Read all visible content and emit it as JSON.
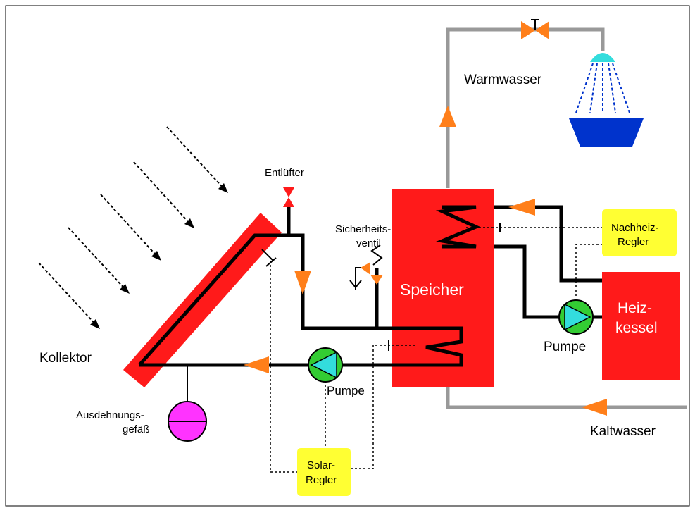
{
  "labels": {
    "kollektor": "Kollektor",
    "entluefter": "Entlüfter",
    "sicherheitsventil_1": "Sicherheits-",
    "sicherheitsventil_2": "ventil",
    "speicher": "Speicher",
    "warmwasser": "Warmwasser",
    "kaltwasser": "Kaltwasser",
    "pumpe_solar": "Pumpe",
    "pumpe_heiz": "Pumpe",
    "heizkessel_1": "Heiz-",
    "heizkessel_2": "kessel",
    "nachheiz_1": "Nachheiz-",
    "nachheiz_2": "Regler",
    "solar_1": "Solar-",
    "solar_2": "Regler",
    "ausdehnung_1": "Ausdehnungs-",
    "ausdehnung_2": "gefäß"
  },
  "colors": {
    "red": "#ff1a1a",
    "yellow": "#ffff33",
    "orange": "#ff7f1a",
    "pipe": "#000000",
    "water_pipe": "#999999",
    "pump": "#33cc33",
    "pump_inner": "#33dddd",
    "shower": "#0033cc",
    "shower_head": "#33dddd",
    "tank": "#ff33ff"
  }
}
